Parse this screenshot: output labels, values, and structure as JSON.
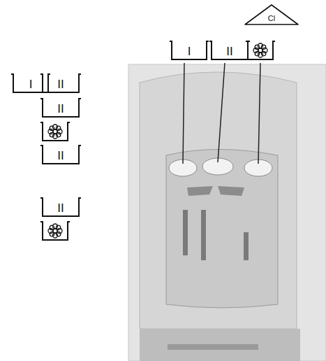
{
  "diagram": {
    "nodes": [
      {
        "text": [
          "Cl"
        ]
      },
      {
        "text": [
          "I"
        ]
      },
      {
        "text": [
          "II"
        ]
      },
      {
        "text": [
          "I"
        ]
      },
      {
        "text": [
          "II"
        ]
      },
      {
        "text": [
          "II"
        ]
      },
      {
        "text": [
          "II"
        ]
      },
      {
        "text": [
          "II"
        ]
      }
    ]
  }
}
